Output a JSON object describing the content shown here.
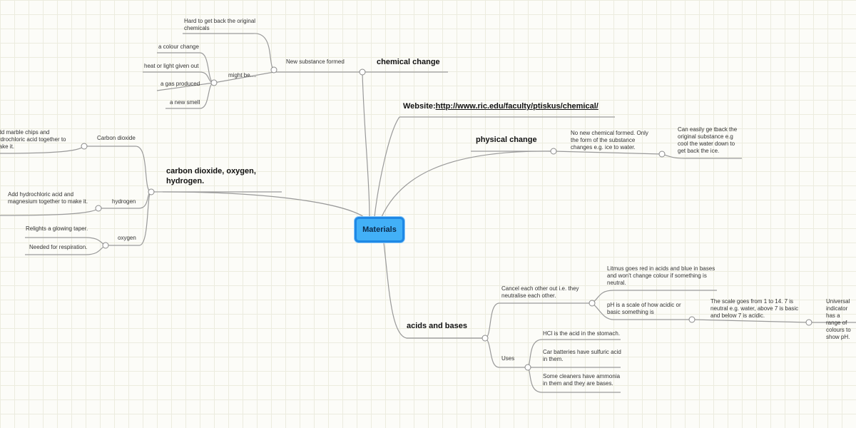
{
  "central": "Materials",
  "branches": {
    "chemical": {
      "label": "chemical change",
      "formed": "New substance formed",
      "hard": "Hard to get back the original chemicals",
      "might": "might be....",
      "items": [
        "a colour change",
        "heat or light given out",
        "a gas produced",
        "a new smell"
      ]
    },
    "website": {
      "prefix": "Website:",
      "url": "http://www.ric.edu/faculty/ptiskus/chemical/"
    },
    "physical": {
      "label": "physical change",
      "desc": "No new chemical formed. Only the form of the substance changes e.g. ice to water.",
      "detail": "Can easily ge tback the original substance e.g cool the water down to get back the ice."
    },
    "gases": {
      "label": "carbon dioxide, oxygen, hydrogen.",
      "co2": "Carbon dioxide",
      "co2_detail": "Add marble chips and hydrochloric acid together to make it.",
      "h2": "hydrogen",
      "h2_detail": "Add hydrochloric acid and magnesium together to make it.",
      "o2": "oxygen",
      "o2_items": [
        "Relights a glowing taper.",
        "Needed for respiration."
      ]
    },
    "acids": {
      "label": "acids and bases",
      "cancel": "Cancel each other out i.e. they neutralise each other.",
      "litmus": "Litmus goes red in acids and blue in bases and won't change colour if something is neutral.",
      "ph": "pH is a scale of how acidic or basic something is",
      "scale": "The scale goes from 1 to 14. 7 is neutral e.g. water, above 7 is basic and below 7 is acidic.",
      "universal": "Universal indicator has a range of colours to show pH.",
      "uses": "Uses",
      "use_items": [
        "HCl is the acid in the stomach.",
        "Car batteries have sulfuric acid in them.",
        "Some cleaners have ammonia in them and they are bases."
      ]
    }
  }
}
